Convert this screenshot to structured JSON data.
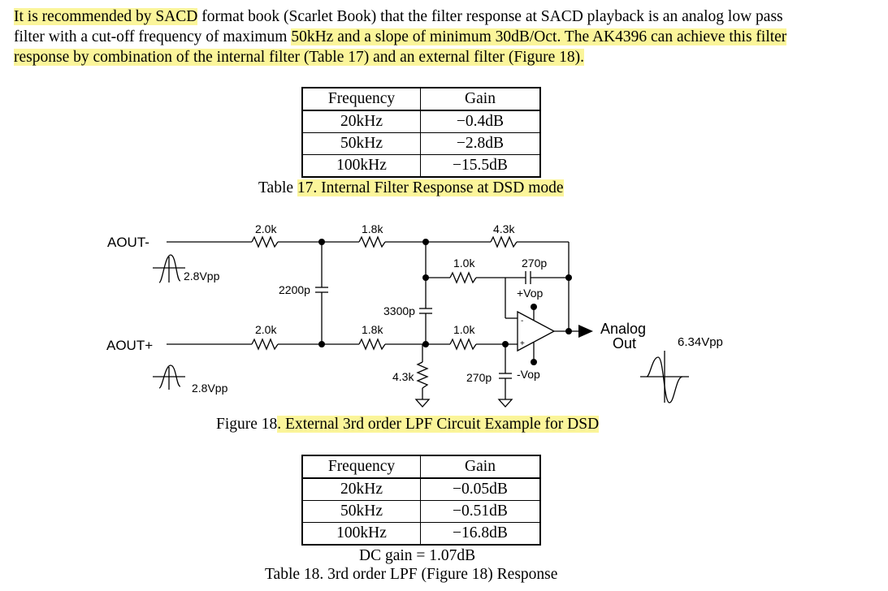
{
  "intro": {
    "line1_a": "It is recommended by SACD",
    "line1_b": " format book (Scarlet Book) that the filter response at SACD playback is an analog low pass",
    "line2_a": "filter with a cut-off frequency of maximum ",
    "line2_b": "50kHz and a slope",
    "line2_c": " of minimum 30dB/Oct. The AK4396 can achieve this filter",
    "line3_a": "response by combination of the internal filter ",
    "line3_b": "(Table 17)",
    "line3_c": " and an external filter (Figure 18)."
  },
  "table17": {
    "headers": [
      "Frequency",
      "Gain"
    ],
    "rows": [
      [
        "20kHz",
        "−0.4dB"
      ],
      [
        "50kHz",
        "−2.8dB"
      ],
      [
        "100kHz",
        "−15.5dB"
      ]
    ],
    "caption_a": "Table ",
    "caption_b": "17. Internal Filter Response at DSD mode"
  },
  "circuit": {
    "aout_minus": "AOUT-",
    "aout_plus": "AOUT+",
    "vpp_in_top": "2.8Vpp",
    "vpp_in_bottom": "2.8Vpp",
    "r_top_1": "2.0k",
    "r_top_2": "1.8k",
    "r_top_3": "4.3k",
    "r_bot_1": "2.0k",
    "r_bot_2": "1.8k",
    "r_mid_top": "1.0k",
    "r_mid_bot": "1.0k",
    "c_2200": "2200p",
    "c_3300": "3300p",
    "c_270_top": "270p",
    "c_270_bot": "270p",
    "r_shunt": "4.3k",
    "vop_pos": "+Vop",
    "vop_neg": "-Vop",
    "opamp_minus": "-",
    "opamp_plus": "+",
    "out_label_1": "Analog",
    "out_label_2": "Out",
    "vpp_out": "6.34Vpp"
  },
  "figure18": {
    "caption_a": "Figure 18",
    "caption_b": ". External 3rd order LPF Circuit Example for DSD"
  },
  "table18": {
    "headers": [
      "Frequency",
      "Gain"
    ],
    "rows": [
      [
        "20kHz",
        "−0.05dB"
      ],
      [
        "50kHz",
        "−0.51dB"
      ],
      [
        "100kHz",
        "−16.8dB"
      ]
    ],
    "dc_gain": "DC gain = 1.07dB",
    "caption": "Table 18. 3rd order LPF (Figure 18) Response"
  }
}
